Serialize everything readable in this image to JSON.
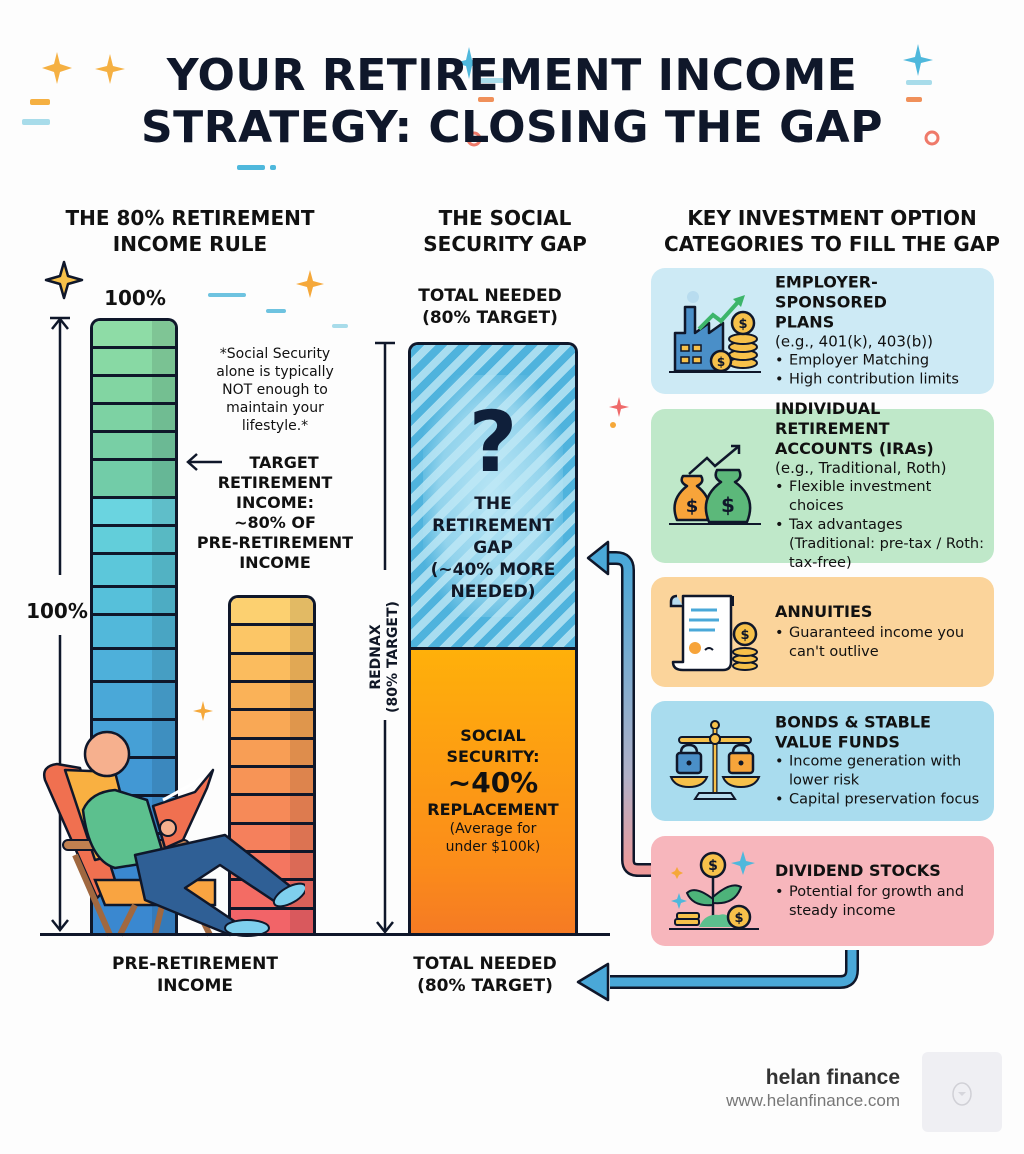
{
  "title": {
    "line1": "YOUR RETIREMENT INCOME",
    "line2": "STRATEGY: CLOSING THE GAP"
  },
  "left_column": {
    "heading_line1": "THE 80% RETIREMENT",
    "heading_line2": "INCOME RULE",
    "top_label": "100%",
    "side_label": "100%",
    "note": [
      "*Social Security",
      "alone is typically",
      "NOT enough to",
      "maintain your",
      "lifestyle.*"
    ],
    "target_label": [
      "TARGET",
      "RETIREMENT",
      "INCOME:",
      "~80% OF",
      "PRE-RETIREMENT",
      "INCOME"
    ],
    "bottom_label_line1": "PRE-RETIREMENT",
    "bottom_label_line2": "INCOME"
  },
  "middle_column": {
    "heading_line1": "THE SOCIAL",
    "heading_line2": "SECURITY GAP",
    "top_label_line1": "TOTAL NEEDED",
    "top_label_line2": "(80% TARGET)",
    "question_mark": "?",
    "gap_label": [
      "THE",
      "RETIREMENT",
      "GAP",
      "(~40% MORE",
      "NEEDED)"
    ],
    "ss_label": {
      "line1": "SOCIAL",
      "line2": "SECURITY:",
      "percent": "~40%",
      "line3": "REPLACEMENT",
      "note1": "(Average for",
      "note2": "under $100k)"
    },
    "vertical_label_line1": "REDNAX",
    "vertical_label_line2": "(80% TARGET)",
    "bottom_label_line1": "TOTAL NEEDED",
    "bottom_label_line2": "(80% TARGET)"
  },
  "right_column": {
    "heading_line1": "KEY INVESTMENT OPTION",
    "heading_line2": "CATEGORIES TO FILL THE GAP",
    "cards": [
      {
        "title": [
          "EMPLOYER-SPONSORED",
          "PLANS"
        ],
        "subtitle": "(e.g., 401(k), 403(b))",
        "bullets": [
          "Employer Matching",
          "High contribution limits"
        ],
        "color": "#cdeaf5",
        "icon": "factory-coins-icon"
      },
      {
        "title": [
          "INDIVIDUAL RETIREMENT",
          "ACCOUNTS (IRAs)"
        ],
        "subtitle": "(e.g., Traditional, Roth)",
        "bullets": [
          "Flexible investment choices",
          "Tax advantages (Traditional: pre-tax / Roth: tax-free)"
        ],
        "color": "#bfe8c9",
        "icon": "money-bags-icon"
      },
      {
        "title": [
          "ANNUITIES"
        ],
        "subtitle": "",
        "bullets": [
          "Guaranteed income you can't outlive"
        ],
        "color": "#fbd49b",
        "icon": "contract-coins-icon"
      },
      {
        "title": [
          "BONDS & STABLE",
          "VALUE FUNDS"
        ],
        "subtitle": "",
        "bullets": [
          "Income generation with lower risk",
          "Capital preservation focus"
        ],
        "color": "#a9dcee",
        "icon": "scale-locks-icon"
      },
      {
        "title": [
          "DIVIDEND STOCKS"
        ],
        "subtitle": "",
        "bullets": [
          "Potential for growth and steady income"
        ],
        "color": "#f7b6bc",
        "icon": "plant-coins-icon"
      }
    ]
  },
  "footer": {
    "brand": "helan finance",
    "url": "www.helanfinance.com"
  },
  "colors": {
    "title": "#0f172a",
    "green": "#7fd6a0",
    "blue": "#4fb3dd",
    "orange": "#f7a43a",
    "red": "#ef6a6a",
    "arrow_blue": "#4aa8d8",
    "arrow_pink": "#ef9a9a"
  }
}
